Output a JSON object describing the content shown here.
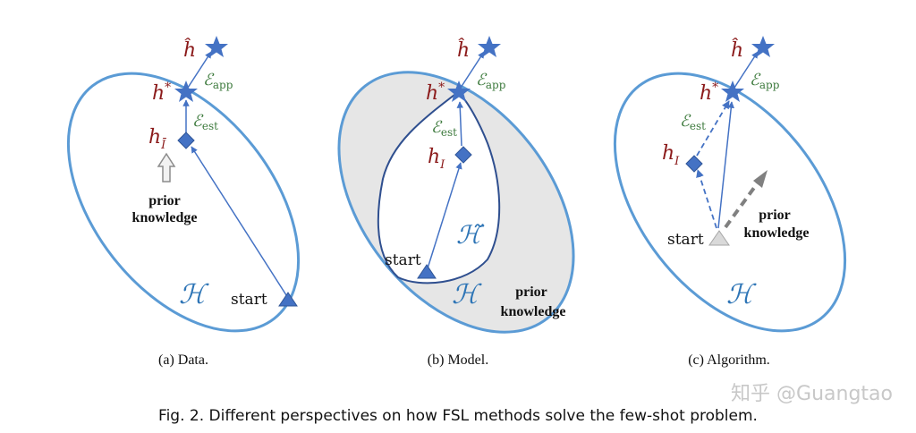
{
  "colors": {
    "ellipse": "#5b9bd5",
    "model_region": "#e6e6e6",
    "path": "#4472c4",
    "star": "#4472c4",
    "hyp_label": "#8b1a1a",
    "err_label": "#3d7a3d",
    "h_script": "#2e75b6",
    "grey_arrow": "#808080",
    "watermark": "#c8c8c8"
  },
  "labels": {
    "h_hat": "ĥ",
    "h_star_base": "h",
    "h_star_sup": "*",
    "h_i_base": "h",
    "h_i_sub": "I",
    "h_i_bar_sub": "Ī",
    "err_script": "ℰ",
    "err_app_sub": "app",
    "err_est_sub": "est",
    "H_script": "ℋ",
    "H_tilde_script": "ℋ̃",
    "start": "start",
    "prior_1": "prior",
    "prior_2": "knowledge"
  },
  "panels": [
    {
      "caption": "(a)  Data."
    },
    {
      "caption": "(b)  Model."
    },
    {
      "caption": "(c)  Algorithm."
    }
  ],
  "figure_caption": "Fig. 2.  Different perspectives on how FSL methods solve the few-shot problem.",
  "watermark": "知乎 @Guangtao"
}
